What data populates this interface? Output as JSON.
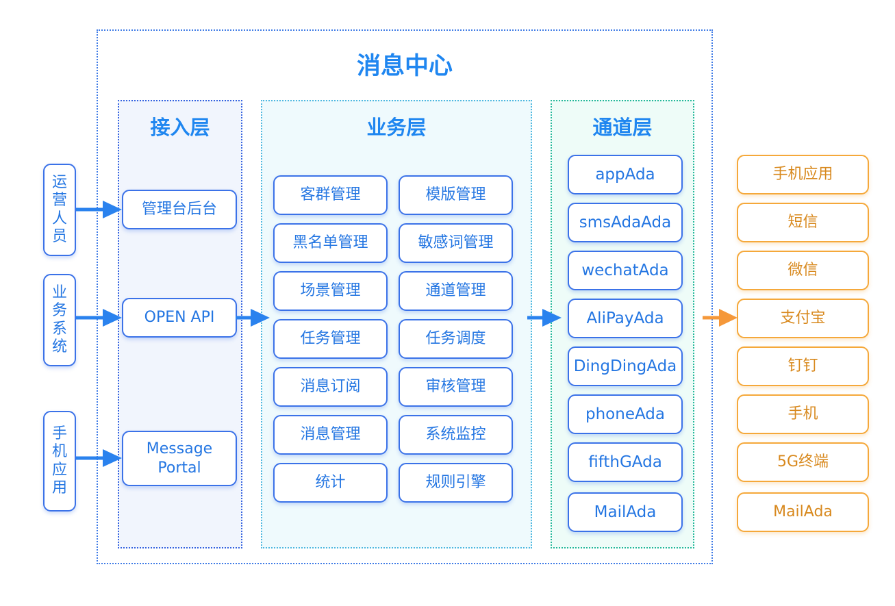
{
  "title": "消息中心",
  "layers": {
    "access": {
      "title": "接入层"
    },
    "business": {
      "title": "业务层"
    },
    "channel": {
      "title": "通道层"
    }
  },
  "sources": [
    {
      "chars": [
        "运",
        "营",
        "人",
        "员"
      ]
    },
    {
      "chars": [
        "业",
        "务",
        "系",
        "统"
      ]
    },
    {
      "chars": [
        "手",
        "机",
        "应",
        "用"
      ]
    }
  ],
  "access_items": [
    "管理台后台",
    "OPEN API",
    "Message Portal"
  ],
  "business_items": [
    [
      "客群管理",
      "模版管理"
    ],
    [
      "黑名单管理",
      "敏感词管理"
    ],
    [
      "场景管理",
      "通道管理"
    ],
    [
      "任务管理",
      "任务调度"
    ],
    [
      "消息订阅",
      "审核管理"
    ],
    [
      "消息管理",
      "系统监控"
    ],
    [
      "统计",
      "规则引擎"
    ]
  ],
  "channel_items": [
    "appAda",
    "smsAdaAda",
    "wechatAda",
    "AliPayAda",
    "DingDingAda",
    "phoneAda",
    "fifthGAda",
    "MailAda"
  ],
  "endpoints": [
    "手机应用",
    "短信",
    "微信",
    "支付宝",
    "钉钉",
    "手机",
    "5G终端",
    "MailAda"
  ],
  "colors": {
    "blue": "#1f86f0",
    "arrow_blue": "#2a82ee",
    "arrow_orange": "#f5983a"
  }
}
